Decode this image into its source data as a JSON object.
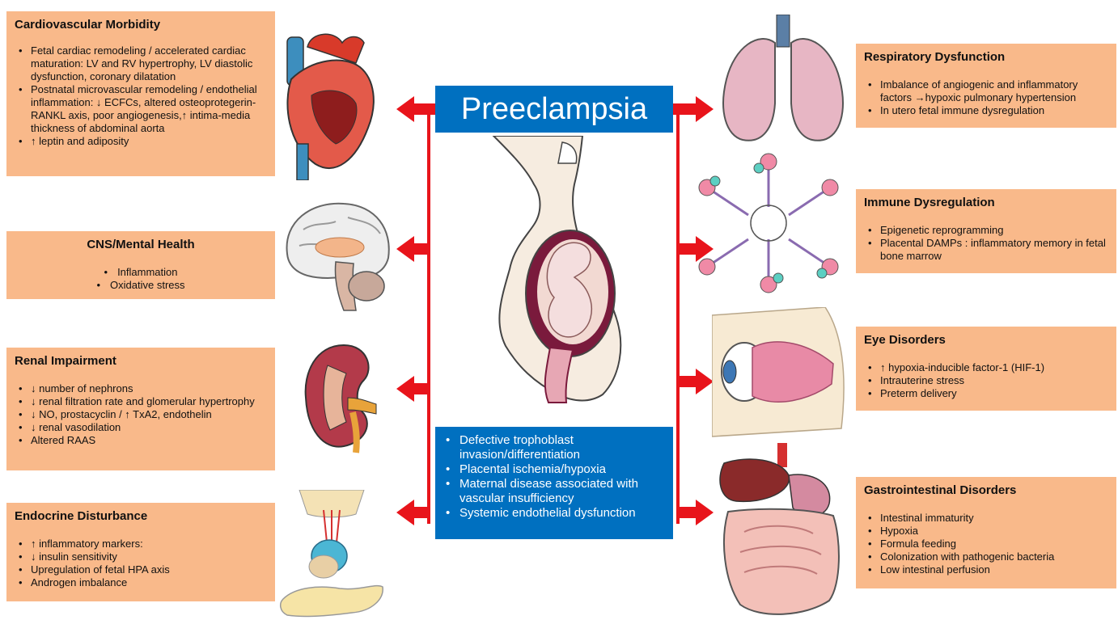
{
  "title": "Preeclampsia",
  "causes": [
    "Defective trophoblast invasion/differentiation",
    "Placental ischemia/hypoxia",
    "Maternal disease associated with vascular insufficiency",
    "Systemic endothelial dysfunction"
  ],
  "left_boxes": [
    {
      "heading": "Cardiovascular Morbidity",
      "items": [
        "Fetal cardiac remodeling / accelerated cardiac maturation: LV and RV hypertrophy, LV diastolic dysfunction, coronary dilatation",
        "Postnatal microvascular remodeling / endothelial inflammation: ↓ ECFCs, altered osteoprotegerin-RANKL axis, poor angiogenesis,↑ intima-media thickness of abdominal aorta",
        "↑ leptin and adiposity"
      ]
    },
    {
      "heading": "CNS/Mental Health",
      "items": [
        "Inflammation",
        "Oxidative stress"
      ]
    },
    {
      "heading": "Renal Impairment",
      "items": [
        "↓ number of nephrons",
        "↓ renal filtration rate and glomerular hypertrophy",
        "↓ NO, prostacyclin / ↑ TxA2, endothelin",
        "↓  renal vasodilation",
        "Altered RAAS"
      ]
    },
    {
      "heading": "Endocrine Disturbance",
      "items": [
        "↑ inflammatory markers:",
        "↓ insulin sensitivity",
        "Upregulation of fetal HPA axis",
        "Androgen imbalance"
      ]
    }
  ],
  "right_boxes": [
    {
      "heading": "Respiratory Dysfunction",
      "items": [
        "Imbalance of angiogenic and inflammatory factors →hypoxic pulmonary hypertension",
        "In utero fetal immune dysregulation"
      ]
    },
    {
      "heading": "Immune Dysregulation",
      "items": [
        "Epigenetic reprogramming",
        "Placental DAMPs : inflammatory memory in fetal bone marrow"
      ]
    },
    {
      "heading": "Eye Disorders",
      "items": [
        "↑ hypoxia-inducible factor-1 (HIF-1)",
        "Intrauterine stress",
        "Preterm delivery"
      ]
    },
    {
      "heading": "Gastrointestinal Disorders",
      "items": [
        "Intestinal immaturity",
        "Hypoxia",
        "Formula feeding",
        "Colonization with pathogenic bacteria",
        "Low intestinal perfusion"
      ]
    }
  ],
  "colors": {
    "box_fill": "#f9b98a",
    "title_fill": "#0070c0",
    "arrow": "#e8141b"
  },
  "icons": [
    "heart-icon",
    "brain-icon",
    "kidney-icon",
    "pituitary-pancreas-icon",
    "pregnant-woman-icon",
    "lungs-icon",
    "antibody-icon",
    "eye-icon",
    "digestive-system-icon"
  ]
}
